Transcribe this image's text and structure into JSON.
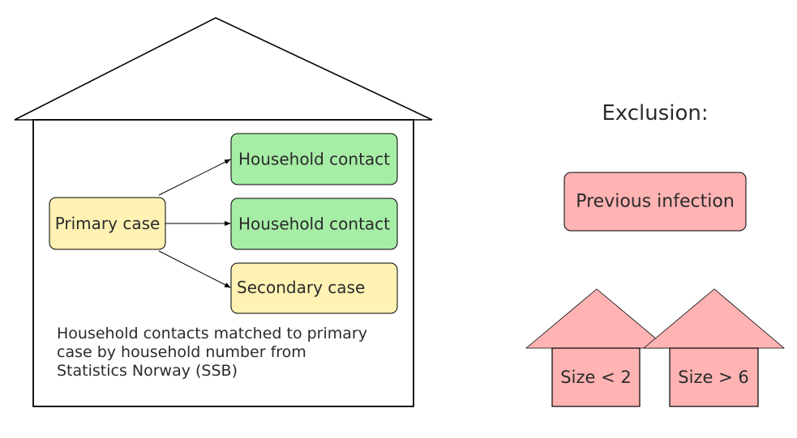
{
  "household": {
    "primary_case": "Primary case",
    "contact_1": "Household contact",
    "contact_2": "Household contact",
    "secondary_case": "Secondary case",
    "note_lines": [
      "Household contacts matched to primary",
      "case by household number from",
      "Statistics Norway (SSB)"
    ]
  },
  "exclusion": {
    "title": "Exclusion:",
    "previous_infection": "Previous infection",
    "size_small": "Size < 2",
    "size_large": "Size > 6"
  },
  "colors": {
    "yellow": "#fff2b3",
    "green": "#a6eda6",
    "red": "#ffb3b3",
    "stroke": "#000000"
  }
}
